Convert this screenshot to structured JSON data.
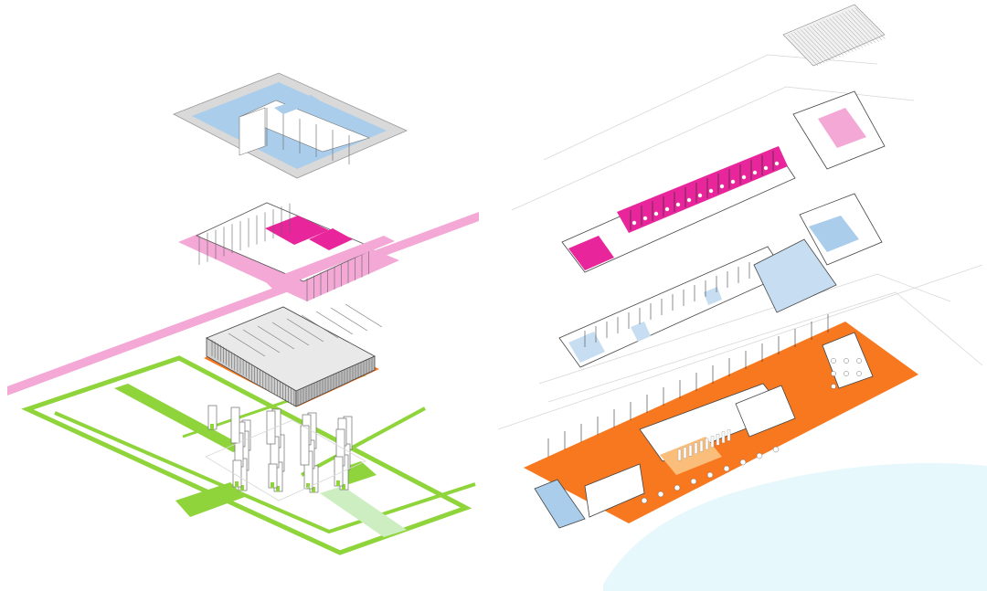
{
  "diagram": {
    "palette": {
      "blue": "#a9cdea",
      "blue_light": "#c7def2",
      "pink": "#f3a8d6",
      "magenta": "#e8259b",
      "orange": "#f7781e",
      "orange_light": "#fbbd7a",
      "green": "#8ed43a",
      "green_light": "#cdeec0",
      "gray": "#d3d3d3",
      "water": "#e6f8fc",
      "line": "#555555"
    },
    "left_stack": {
      "layers": [
        {
          "name": "top-floor-plate",
          "fill": "blue"
        },
        {
          "name": "upper-floor-plate",
          "fill": "pink"
        },
        {
          "name": "middle-floor-plate",
          "fill": "orange"
        },
        {
          "name": "ground-site-plan",
          "fill": "green"
        }
      ]
    },
    "right_stack": {
      "layers": [
        {
          "name": "roof-structure",
          "fill": "gray"
        },
        {
          "name": "upper-floor-plate",
          "fill": "magenta"
        },
        {
          "name": "middle-floor-plate",
          "fill": "blue_light"
        },
        {
          "name": "ground-floor-plate",
          "fill": "orange"
        }
      ]
    }
  }
}
